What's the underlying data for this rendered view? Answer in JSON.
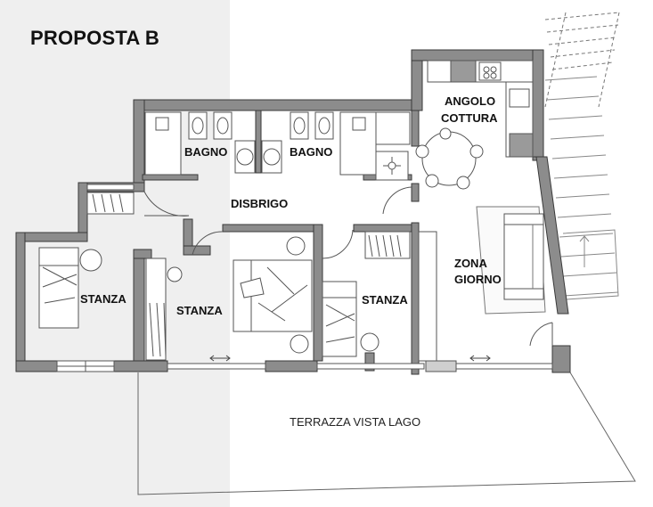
{
  "title": "PROPOSTA B",
  "rooms": {
    "angolo": "ANGOLO",
    "cottura": "COTTURA",
    "bagno_1": "BAGNO",
    "bagno_2": "BAGNO",
    "disbrigo": "DISBRIGO",
    "zona": "ZONA",
    "giorno": "GIORNO",
    "stanza_1": "STANZA",
    "stanza_2": "STANZA",
    "stanza_3": "STANZA",
    "terrazza": "TERRAZZA  VISTA LAGO"
  },
  "colors": {
    "wall": "#8c8c8c",
    "wall_edge": "#3a3a3a",
    "shade": "#efefef",
    "line": "#444444"
  }
}
